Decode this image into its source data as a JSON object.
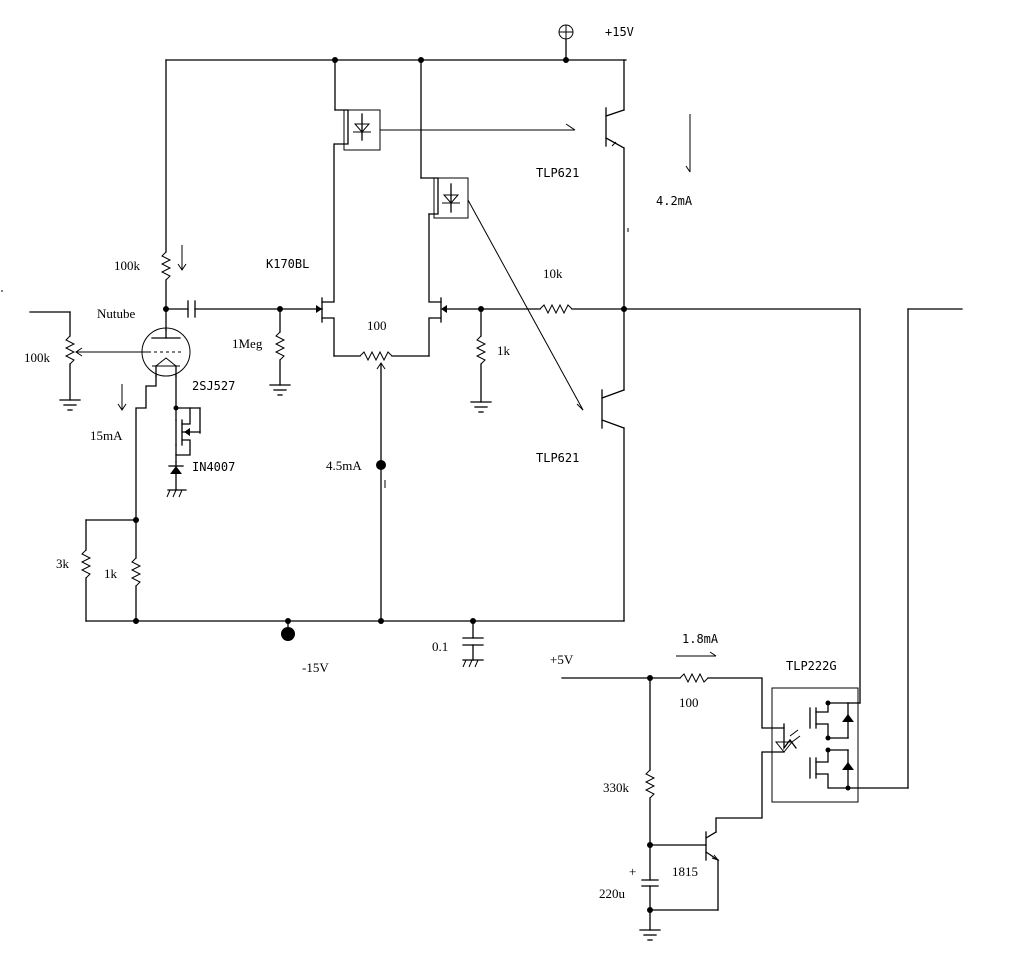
{
  "labels": {
    "vplus": "+15V",
    "vminus": "-15V",
    "v5": "+5V",
    "r_plate": "100k",
    "tube": "Nutube",
    "pot_in": "100k",
    "tube_current": "15mA",
    "fet_pair": "K170BL",
    "r_gate": "1Meg",
    "pot_bal": "100",
    "r_fb": "10k",
    "r_gate2": "1k",
    "ccs_fet": "2SJ527",
    "diode": "IN4007",
    "ccs_current": "4.5mA",
    "opto_top": "TLP621",
    "opto_bot": "TLP621",
    "out_current": "4.2mA",
    "r3k": "3k",
    "r1k": "1k",
    "cap_bypass": "0.1",
    "relay_current": "1.8mA",
    "relay": "TLP222G",
    "r_led": "100",
    "r_delay": "330k",
    "transistor": "1815",
    "cap_delay": "220u",
    "cap_plus": "+"
  }
}
